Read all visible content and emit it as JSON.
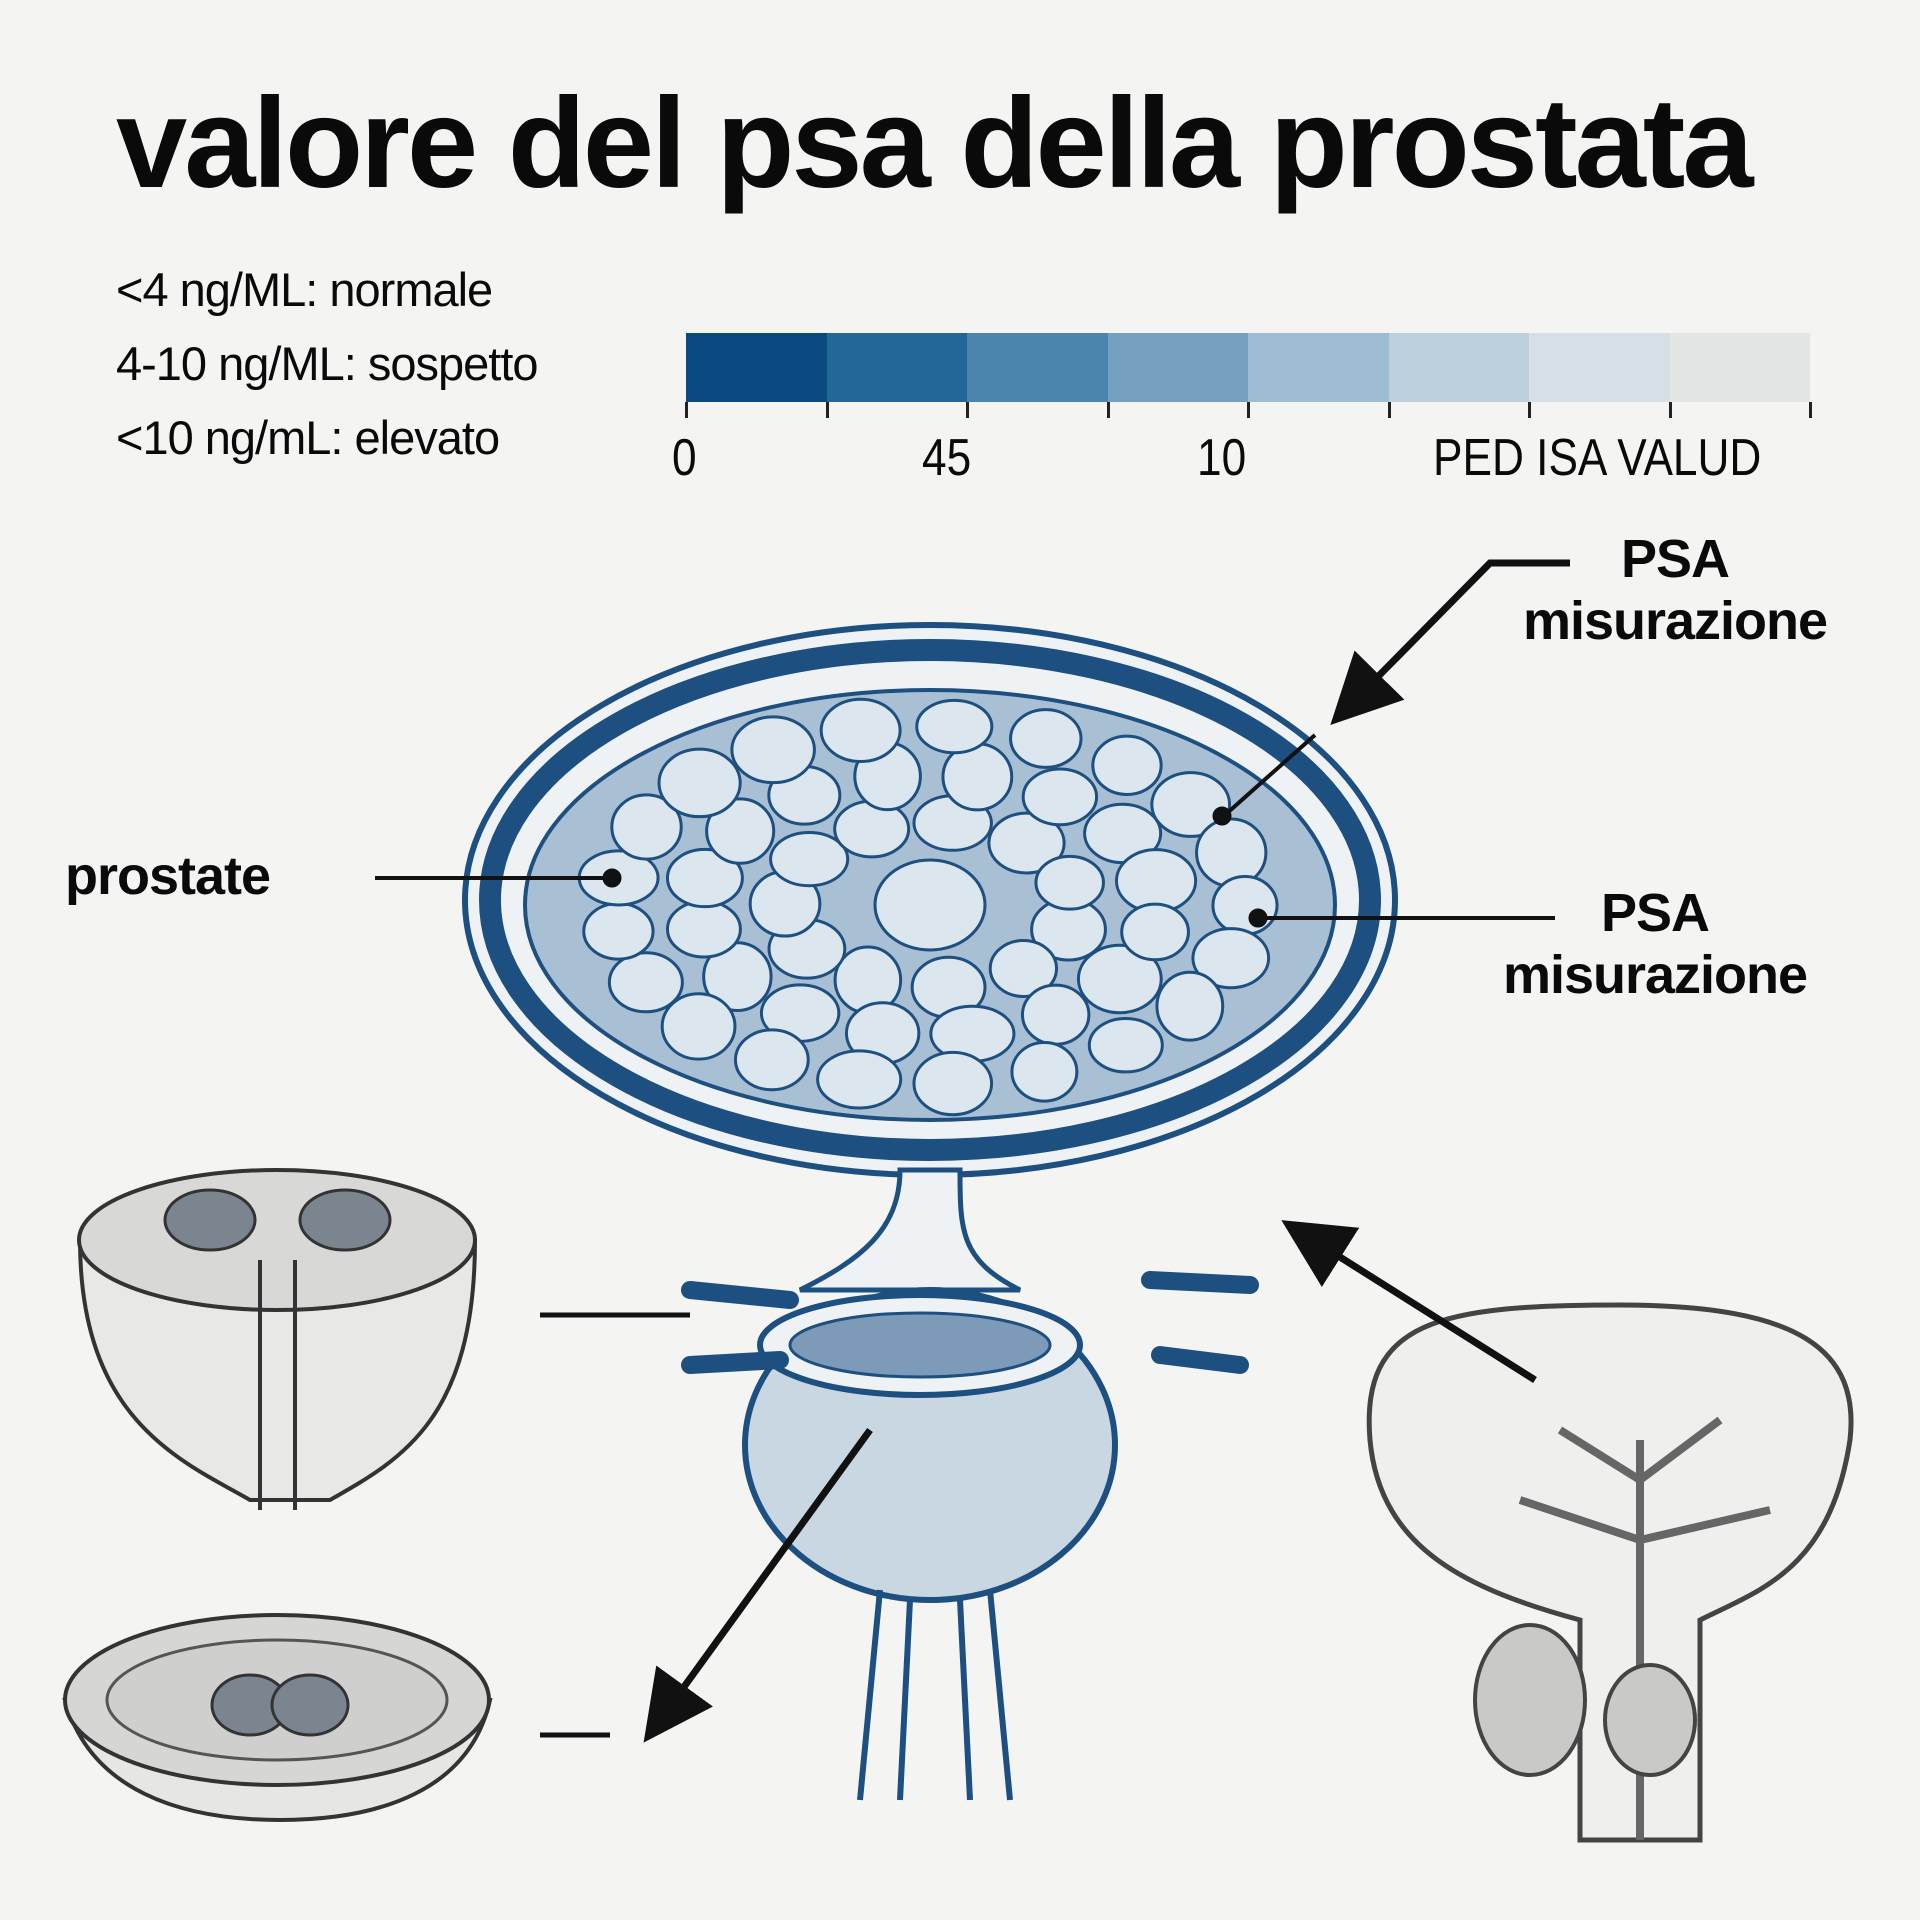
{
  "title": "valore del psa della prostata",
  "legend": [
    "<4 ng/ML: normale",
    "4-10 ng/ML: sospetto",
    "<10 ng/mL: elevato"
  ],
  "scale": {
    "colors": [
      "#0b4a80",
      "#236798",
      "#4c84ae",
      "#76a0c0",
      "#9dbbd2",
      "#bdd0de",
      "#d6dfe5",
      "#e4e6e6"
    ],
    "tick_labels": [
      "0",
      "45",
      "10"
    ],
    "axis_label": "PED ISA VALUD"
  },
  "labels": {
    "psa_top_line1": "PSA",
    "psa_top_line2": "misurazione",
    "prostate": "prostate",
    "psa_right_line1": "PSA",
    "psa_right_line2": "misurazione"
  },
  "colors": {
    "ink": "#1d4f80",
    "tissue": "#a9bfd4",
    "cell": "#dce6ee"
  }
}
